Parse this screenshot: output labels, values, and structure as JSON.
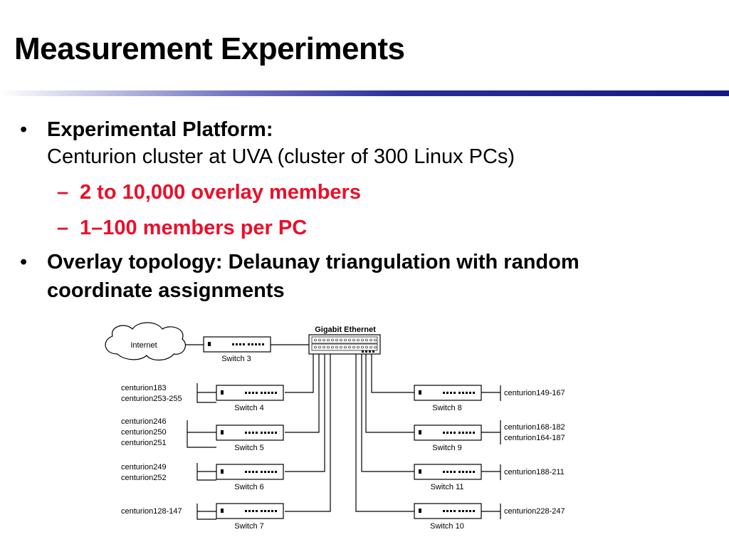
{
  "slide": {
    "title": "Measurement Experiments"
  },
  "bullets": [
    {
      "heading": "Experimental Platform:",
      "text": "Centurion cluster at UVA (cluster of 300 Linux PCs)",
      "subitems": [
        "2 to 10,000 overlay members",
        "1–100 members per PC"
      ]
    },
    {
      "heading_line1": "Overlay topology: Delaunay triangulation with random",
      "heading_line2": "coordinate assignments"
    }
  ],
  "diagram": {
    "internet_label": "Internet",
    "gigabit_label": "Gigabit Ethernet",
    "switches": {
      "s3": "Switch 3",
      "s4": "Switch 4",
      "s5": "Switch 5",
      "s6": "Switch 6",
      "s7": "Switch 7",
      "s8": "Switch 8",
      "s9": "Switch 9",
      "s11": "Switch 11",
      "s10": "Switch 10"
    },
    "hosts_left": {
      "s4": [
        "centurion183",
        "centurion253-255"
      ],
      "s5": [
        "centurion246",
        "centurion250",
        "centurion251"
      ],
      "s6": [
        "centurion249",
        "centurion252"
      ],
      "s7": [
        "centurion128-147"
      ]
    },
    "hosts_right": {
      "s8": [
        "centurion149-167"
      ],
      "s9": [
        "centurion168-182",
        "centurion164-187"
      ],
      "s11": [
        "centurion188-211"
      ],
      "s10": [
        "centurion228-247"
      ]
    }
  }
}
